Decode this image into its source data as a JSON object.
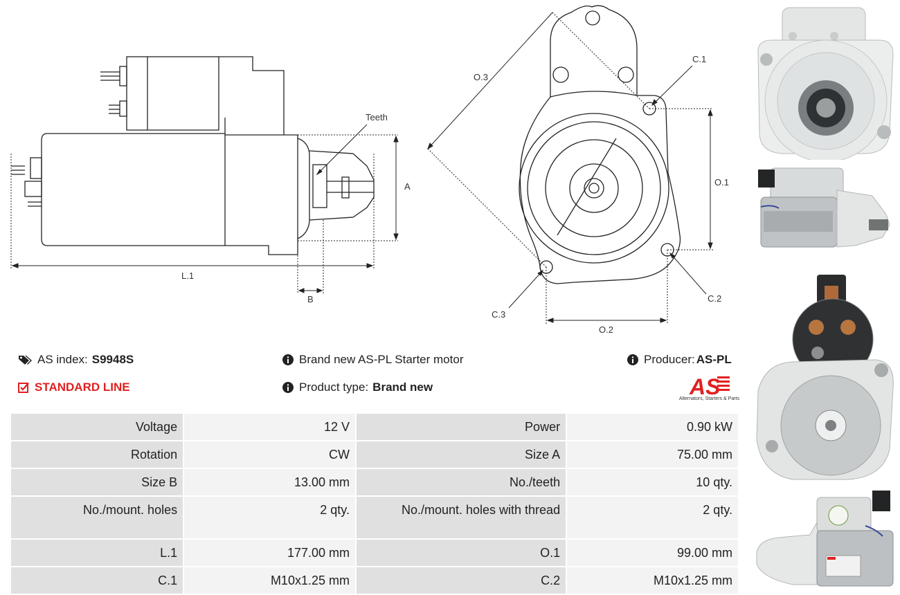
{
  "drawing_labels": {
    "teeth": "Teeth",
    "a": "A",
    "l1": "L.1",
    "b": "B",
    "o3": "O.3",
    "c1": "C.1",
    "o1": "O.1",
    "c2": "C.2",
    "c3": "C.3",
    "o2": "O.2"
  },
  "info": {
    "as_index_label": "AS index:",
    "as_index_value": "S9948S",
    "standard_line": "STANDARD LINE",
    "description": "Brand new AS-PL Starter motor",
    "product_type_label": "Product type:",
    "product_type_value": "Brand new",
    "producer_label": "Producer:",
    "producer_value": "AS-PL"
  },
  "logo": {
    "mark": "AS",
    "tagline": "Alternators, Starters & Parts"
  },
  "specs": [
    [
      {
        "k": "Voltage",
        "v": "12 V"
      },
      {
        "k": "Power",
        "v": "0.90 kW"
      }
    ],
    [
      {
        "k": "Rotation",
        "v": "CW"
      },
      {
        "k": "Size A",
        "v": "75.00 mm"
      }
    ],
    [
      {
        "k": "Size B",
        "v": "13.00 mm"
      },
      {
        "k": "No./teeth",
        "v": "10 qty."
      }
    ],
    [
      {
        "k": "No./mount. holes",
        "v": "2 qty."
      },
      {
        "k": "No./mount. holes with thread",
        "v": "2 qty."
      }
    ],
    [
      {
        "k": "L.1",
        "v": "177.00 mm"
      },
      {
        "k": "O.1",
        "v": "99.00 mm"
      }
    ],
    [
      {
        "k": "C.1",
        "v": "M10x1.25 mm"
      },
      {
        "k": "C.2",
        "v": "M10x1.25 mm"
      }
    ]
  ],
  "icons": {
    "tag": "tag-icon",
    "check": "checkbox-icon",
    "info": "info-icon"
  },
  "colors": {
    "accent_red": "#e02020",
    "key_cell": "#e0e0e0",
    "value_cell": "#f3f3f3"
  }
}
